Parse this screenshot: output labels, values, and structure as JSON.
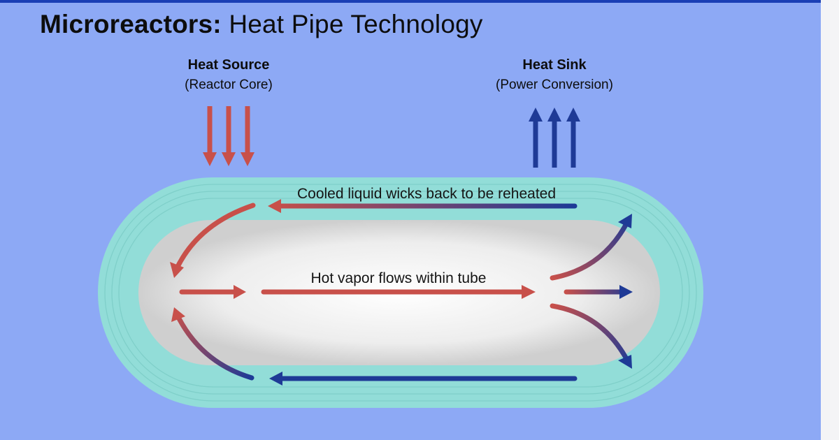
{
  "title": {
    "bold": "Microreactors:",
    "rest": " Heat Pipe Technology"
  },
  "heat_source": {
    "title": "Heat Source",
    "subtitle": "(Reactor Core)"
  },
  "heat_sink": {
    "title": "Heat Sink",
    "subtitle": "(Power Conversion)"
  },
  "captions": {
    "wick": "Cooled liquid wicks back to be reheated",
    "vapor": "Hot vapor flows within tube"
  },
  "colors": {
    "background": "#8da9f5",
    "wick_layer": "#92ddd8",
    "hot_arrow": "#c8504a",
    "cold_arrow": "#1e3a96"
  }
}
